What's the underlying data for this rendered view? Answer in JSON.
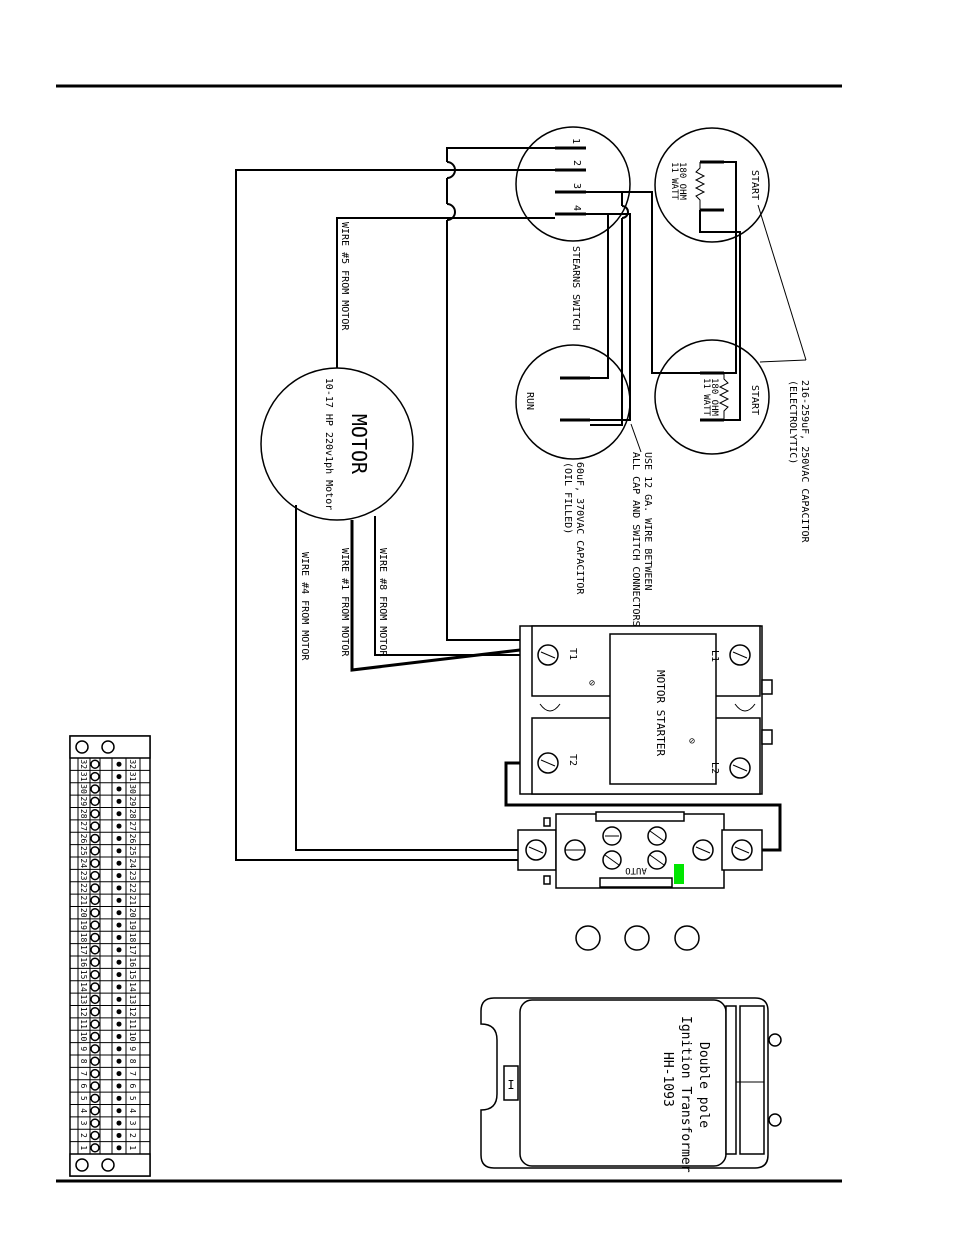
{
  "labels": {
    "motor_title": "MOTOR",
    "motor_sub": "10-17 HP 220v1ph Motor",
    "stearns": "STEARNS SWITCH",
    "switch_terms": [
      "1",
      "2",
      "3",
      "4"
    ],
    "start_top": "START",
    "start_bot": "START",
    "resistor_value": "180 OHM",
    "resistor_watt": "11 WATT",
    "run": "RUN",
    "start_cap_spec": "216-259uF, 250VAC CAPACITOR",
    "start_cap_type": "(ELECTROLYTIC)",
    "run_cap_spec": "60uF, 370VAC CAPACITOR",
    "run_cap_type": "(OIL FILLED)",
    "wire_note_1": "USE 12 GA. WIRE BETWEEN",
    "wire_note_2": "ALL CAP AND SWITCH CONNECTORS",
    "wire5": "WIRE #5 FROM MOTOR",
    "wire8": "WIRE #8 FROM MOTOR",
    "wire1": "WIRE #1 FROM MOTOR",
    "wire4": "WIRE #4 FROM MOTOR",
    "starter_title": "MOTOR STARTER",
    "t1": "T1",
    "t2": "T2",
    "l1": "L1",
    "l2": "L2",
    "auto": "AUTO",
    "transformer_1": "Double pole",
    "transformer_2": "Ignition Transformer",
    "transformer_3": "HH-1093"
  },
  "terminal_numbers": [
    "32",
    "31",
    "30",
    "29",
    "28",
    "27",
    "26",
    "25",
    "24",
    "23",
    "22",
    "21",
    "20",
    "19",
    "18",
    "17",
    "16",
    "15",
    "14",
    "13",
    "12",
    "11",
    "10",
    "9",
    "8",
    "7",
    "6",
    "5",
    "4",
    "3",
    "2",
    "1"
  ],
  "colors": {
    "line": "#000000",
    "paper": "#ffffff",
    "indicator": "#00e600"
  }
}
